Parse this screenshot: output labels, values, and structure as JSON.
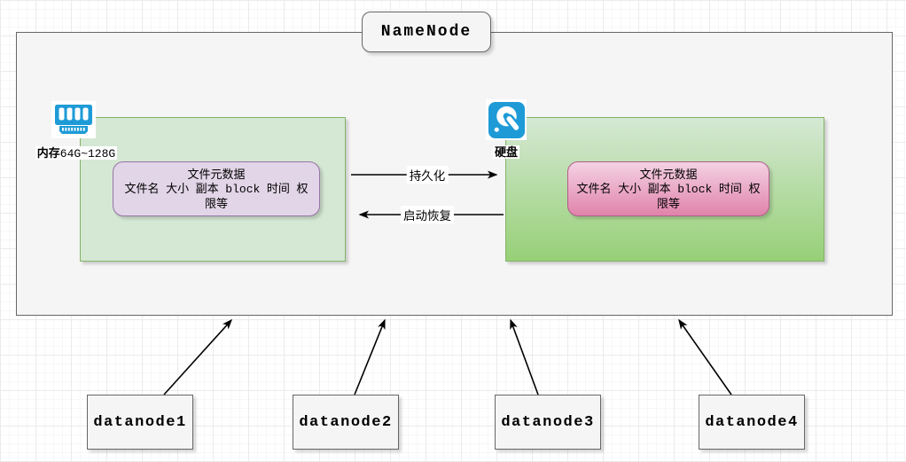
{
  "namenode": {
    "label": "NameNode"
  },
  "memory": {
    "icon": "ram-icon",
    "title_bold": "内存",
    "title_value": "64G~128G",
    "meta_title": "文件元数据",
    "meta_detail_pre": "文件名 大小 副本 ",
    "meta_detail_mono": "block",
    "meta_detail_post": " 时间 权限等"
  },
  "disk": {
    "icon": "hdd-icon",
    "title": "硬盘",
    "meta_title": "文件元数据",
    "meta_detail_pre": "文件名 大小 副本 ",
    "meta_detail_mono": "block",
    "meta_detail_post": " 时间 权限等"
  },
  "edges": {
    "persist_label": "持久化",
    "recover_label": "启动恢复"
  },
  "datanodes": [
    {
      "label": "datanode1"
    },
    {
      "label": "datanode2"
    },
    {
      "label": "datanode3"
    },
    {
      "label": "datanode4"
    }
  ],
  "colors": {
    "gray-fill": "#F5F5F5",
    "gray-border": "#666666",
    "green-fill": "#D5E8D4",
    "green-border": "#82B366",
    "green-gradient": "#97D077",
    "purple-fill": "#E1D5E7",
    "purple-border": "#9673A6",
    "pink-top": "#F4D2E3",
    "pink-bottom": "#E083AB",
    "pink-border": "#B05C8B",
    "icon-blue": "#1E9BD7"
  }
}
